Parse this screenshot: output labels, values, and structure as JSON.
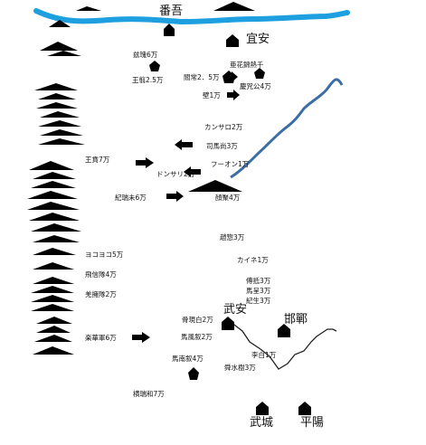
{
  "colors": {
    "river_top": "#1e9fe0",
    "river_right": "#3a6ea5",
    "river_south": "#222222",
    "terrain": "#000000",
    "background": "#ffffff"
  },
  "cities": {
    "panwu": "番吾",
    "yian": "宜安",
    "wuan": "武安",
    "handan": "邯鄲",
    "wucheng": "武城",
    "pingyang": "平陽"
  },
  "units": {
    "ganzhuo": "兹瑰6万",
    "wangjian": "王翦2.5万",
    "abe": "亜花錦熱千",
    "kisho": "閻常2．5万",
    "kyoboku": "慶咒公4万",
    "hekijo": "壁1万",
    "kansaro": "カンサロ2万",
    "shibaso": "司馬尚3万",
    "ouhon": "王賁7万",
    "fuon": "フーオン1万",
    "donsari": "ドンサリ2万",
    "genmatsu": "紀瑞未6万",
    "gakuka": "顔聚4万",
    "youyou": "ヨコヨコ5万",
    "hishintai": "飛信隊4万",
    "gyokuhotai": "羌擁隊2万",
    "rakuka": "楽華軍6万",
    "keikotsu": "趙惣3万",
    "kaine": "カイネ1万",
    "bakai": "傅抵3万",
    "baen": "馬呈3万",
    "shiseki": "紀生3万",
    "koetsuhaku": "骨現白2万",
    "bafuugi": "馬風叙2万",
    "banaji": "馬南叙4万",
    "rihaku": "李白1万",
    "kisuiju": "舜水樹3万",
    "kanmeiwa": "横瑞和7万"
  }
}
